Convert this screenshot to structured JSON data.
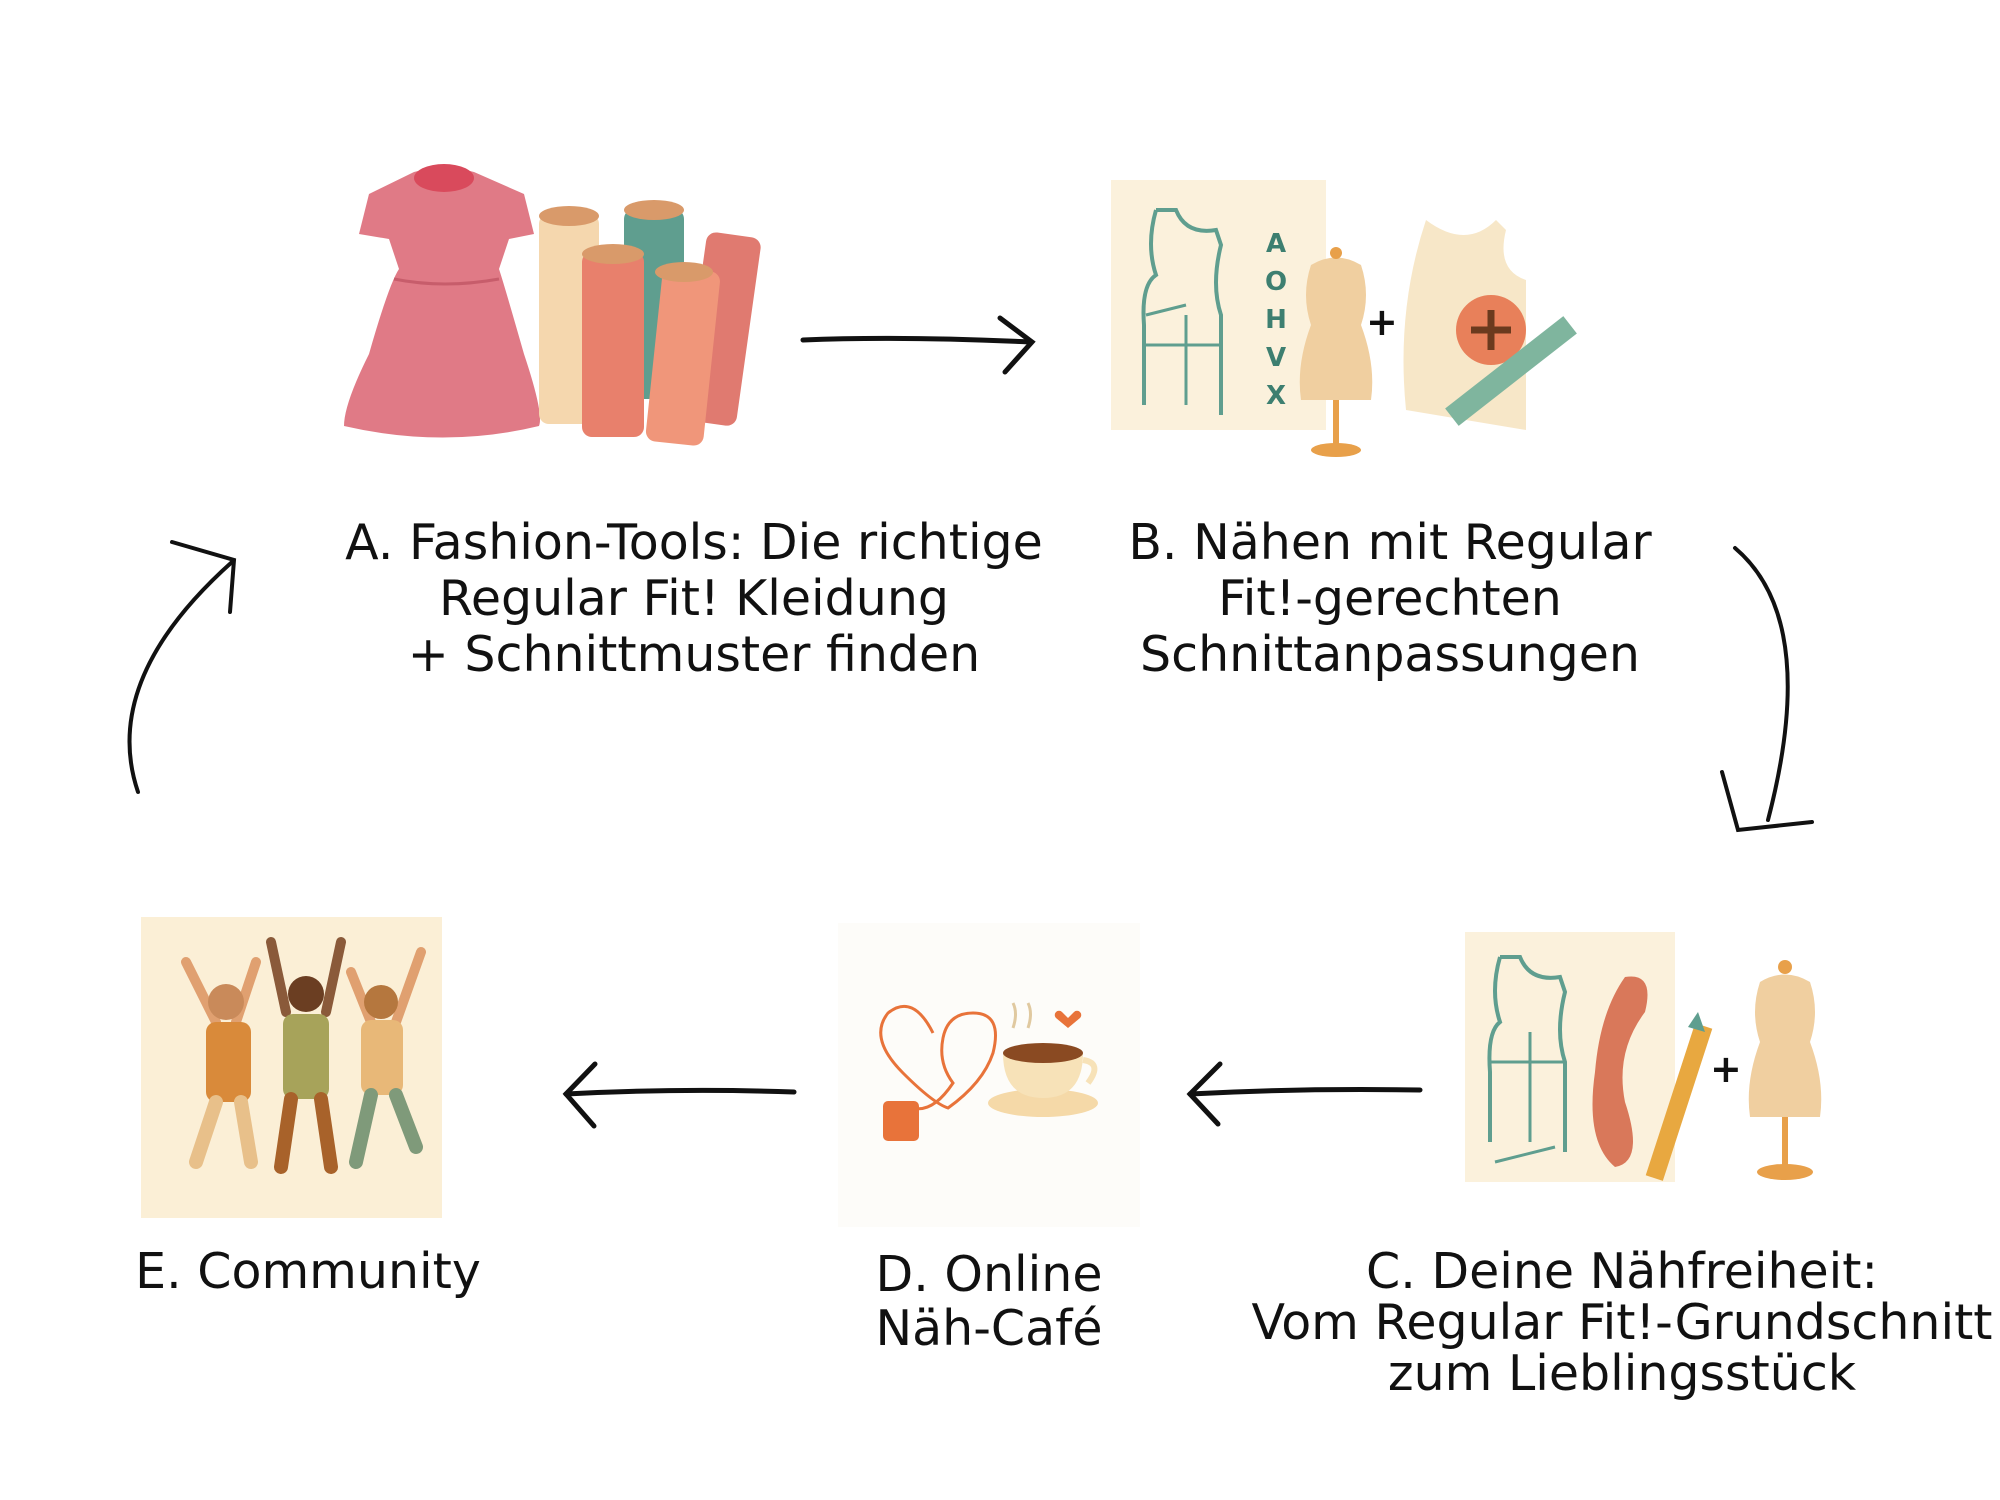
{
  "steps": {
    "a": {
      "lines": [
        "A. Fashion-Tools: Die richtige",
        "Regular Fit! Kleidung",
        "+ Schnittmuster finden"
      ]
    },
    "b": {
      "lines": [
        "B. Nähen mit Regular",
        "Fit!-gerechten",
        "Schnittanpassungen"
      ],
      "size_letters": [
        "A",
        "O",
        "H",
        "V",
        "X"
      ],
      "plus": "+"
    },
    "c": {
      "lines": [
        "C. Deine Nähfreiheit:",
        "Vom Regular Fit!-Grundschnitt",
        "zum Lieblingsstück"
      ],
      "plus": "+"
    },
    "d": {
      "lines": [
        "D. Online",
        "Näh-Café"
      ]
    },
    "e": {
      "lines": [
        "E. Community"
      ]
    }
  },
  "colors": {
    "arrow": "#111111",
    "pink": "#e07a86",
    "teal": "#5f9e8f",
    "cream": "#fbf1dc",
    "orange": "#e8823c",
    "skin": "#f0cfa0"
  }
}
